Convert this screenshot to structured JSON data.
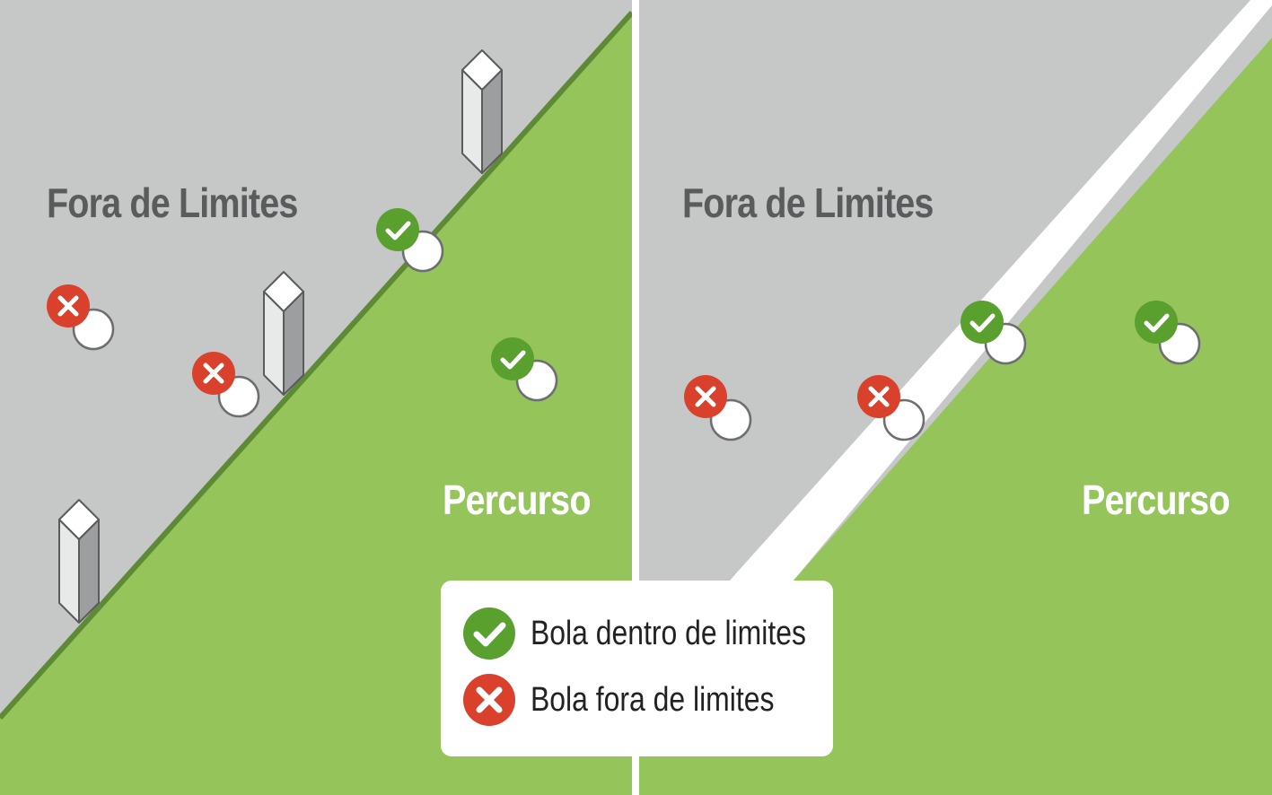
{
  "colors": {
    "out_of_bounds": "#c6c7c7",
    "course": "#94c45a",
    "boundary_line": "#5e8a36",
    "boundary_strip": "#ffffff",
    "in_bounds_marker": "#5aa02f",
    "out_of_bounds_marker": "#d9412c",
    "label_dark": "#5a5b5d",
    "label_light": "#ffffff"
  },
  "left_panel": {
    "out_of_bounds_label": "Fora de Limites",
    "course_label": "Percurso",
    "boundary": "stakes",
    "balls": [
      {
        "status": "out"
      },
      {
        "status": "out"
      },
      {
        "status": "in"
      },
      {
        "status": "in"
      }
    ]
  },
  "right_panel": {
    "out_of_bounds_label": "Fora de Limites",
    "course_label": "Percurso",
    "boundary": "line",
    "balls": [
      {
        "status": "out"
      },
      {
        "status": "out"
      },
      {
        "status": "in"
      },
      {
        "status": "in"
      }
    ]
  },
  "legend": {
    "items": [
      {
        "icon": "check-icon",
        "label": "Bola dentro de limites"
      },
      {
        "icon": "cross-icon",
        "label": "Bola fora de limites"
      }
    ]
  }
}
